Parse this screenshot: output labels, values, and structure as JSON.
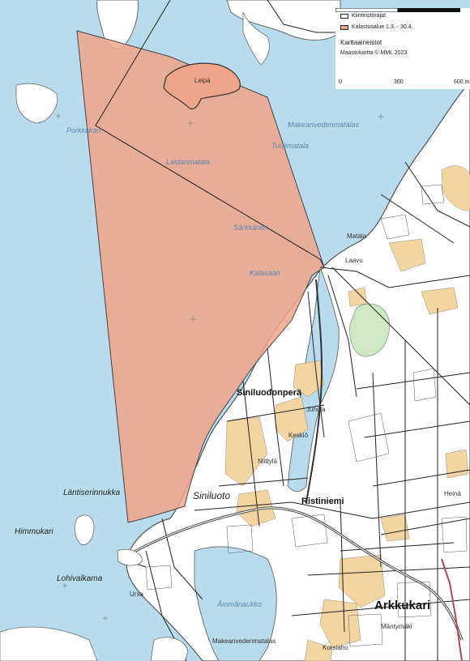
{
  "legend": {
    "items": [
      {
        "label": "Kiinteistörajat",
        "color": "#ffffff"
      },
      {
        "label": "Kalastusalue 1.3. - 30.4.",
        "color": "#f0a58a"
      }
    ],
    "basemap_title": "Karttaaineistot",
    "basemap_source": "Maastokartta © MML 2023",
    "scale_labels": [
      "0",
      "300",
      "600 m"
    ]
  },
  "labels": {
    "porkkakari": "Porkkakari",
    "leipa": "Leipä",
    "makeanvedenmatalas": "Makeanvedenmatalas",
    "tuulimatala": "Tuulimatala",
    "laidanmatala": "Laidanmatala",
    "sarkkanen": "Särkkänen",
    "kalasaari": "Kalasaari",
    "matala": "Matala",
    "laavu": "Laavu",
    "siniluodonpera": "Siniluodonperä",
    "juhola": "Juhola",
    "keskio": "Keskiö",
    "niittyla": "Niittylä",
    "lantiserinnukka": "Läntiserinnukka",
    "siniluoto": "Siniluoto",
    "ristiniemi": "Ristiniemi",
    "himmukari": "Himmukari",
    "lohivalkama": "Lohivalkama",
    "ursa": "Ursa",
    "arkkukari": "Arkkukari",
    "mantymaki": "Mäntymäki",
    "makeanvedenmatalas2": "Makeanvedenmatalas",
    "korsiaho": "Korsiaho",
    "pikkukari": "Ämmänaukko",
    "heina": "Heinä"
  },
  "colors": {
    "water": "#b8dcee",
    "land": "#ffffff",
    "field": "#f3d5a2",
    "fishing_area": "#f0a58a",
    "wetland": "#cfe8c4"
  }
}
